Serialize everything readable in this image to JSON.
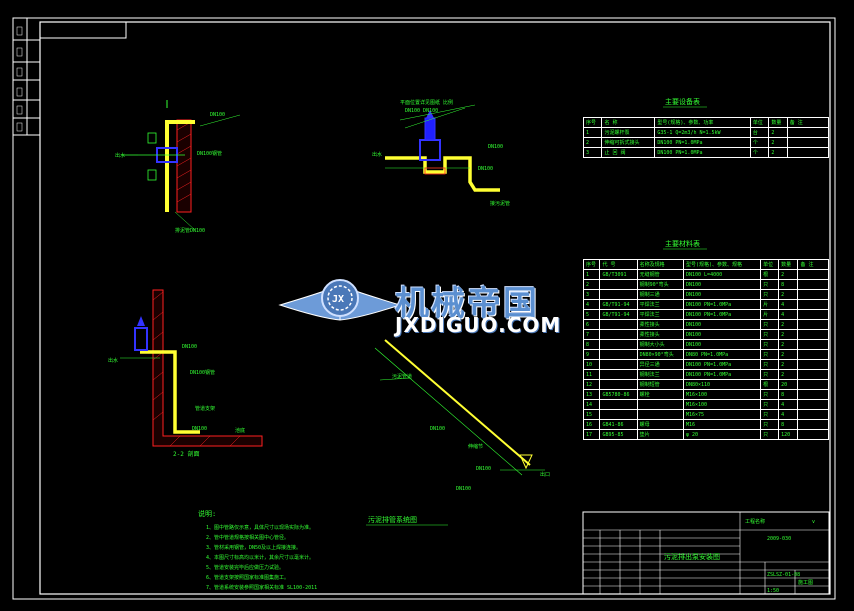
{
  "drawing": {
    "notes_title": "说明:",
    "notes": [
      "1、图中管路仅示意，具体尺寸以现场实际为准。",
      "2、管中管道规格按相关图中心管径。",
      "3、管材采用钢管，DN50及以上焊接连接。",
      "4、本图尺寸标高均以米计，其余尺寸以毫米计。",
      "5、管道安装完毕后应做压力试验。",
      "6、管道支架按照国家标准图集施工。",
      "7、管道系统安装参照国家相关标准 SL100-2011"
    ],
    "section_label": "污泥排管系统图",
    "section_2": "2-2 剖面",
    "title_block": {
      "drawing_title": "污泥排出泵安装图",
      "scale": "1:50",
      "sheet_code": "ZSLSZ-01-08",
      "stage": "施工图",
      "project_no": "2009-030",
      "company_label": "工程名称"
    }
  },
  "tables": {
    "equipment": {
      "title": "主要设备表",
      "headers": [
        "序号",
        "名 称",
        "型号(规格)、参数、功率",
        "单位",
        "数量",
        "备 注"
      ],
      "rows": [
        [
          "1",
          "污泥螺杆泵",
          "G35-1 Q=2m3/h N=1.5kW",
          "台",
          "2",
          ""
        ],
        [
          "2",
          "伸缩可拆式接头",
          "DN100 PN=1.0MPa",
          "个",
          "2",
          ""
        ],
        [
          "3",
          "止 回 阀",
          "DN100 PN=1.0MPa",
          "个",
          "2",
          ""
        ]
      ]
    },
    "materials": {
      "title": "主要材料表",
      "headers": [
        "序号",
        "代 号",
        "名称及规格",
        "型号(规格)、参数、规格",
        "单位",
        "数量",
        "备 注"
      ],
      "rows": [
        [
          "1",
          "GB/T3091",
          "无缝钢管",
          "DN100 L=4000",
          "根",
          "2",
          ""
        ],
        [
          "2",
          "",
          "钢制90°弯头",
          "DN100",
          "只",
          "8",
          ""
        ],
        [
          "3",
          "",
          "钢制三通",
          "DN100",
          "只",
          "2",
          ""
        ],
        [
          "4",
          "GB/T91-94",
          "平焊法兰",
          "DN100 PN=1.0MPa",
          "片",
          "4",
          ""
        ],
        [
          "5",
          "GB/T91-94",
          "平焊法兰",
          "DN100 PN=1.0MPa",
          "片",
          "4",
          ""
        ],
        [
          "6",
          "",
          "柔性接头",
          "DN100",
          "只",
          "2",
          ""
        ],
        [
          "7",
          "",
          "柔性接头",
          "DN100",
          "只",
          "2",
          ""
        ],
        [
          "8",
          "",
          "钢制大小头",
          "DN100",
          "只",
          "2",
          ""
        ],
        [
          "9",
          "",
          "DN80×90°弯头",
          "DN80 PN=1.0MPa",
          "只",
          "2",
          ""
        ],
        [
          "10",
          "",
          "异径三通",
          "DN100 PN=1.0MPa",
          "只",
          "2",
          ""
        ],
        [
          "11",
          "",
          "钢制法兰",
          "DN100 PN=1.0MPa",
          "只",
          "2",
          ""
        ],
        [
          "12",
          "",
          "钢制短管",
          "DN80×110",
          "根",
          "20",
          ""
        ],
        [
          "13",
          "GB5780-86",
          "螺栓",
          "M16×100",
          "只",
          "8",
          ""
        ],
        [
          "14",
          "",
          "",
          "M16×100",
          "只",
          "4",
          ""
        ],
        [
          "15",
          "",
          "",
          "M16×75",
          "只",
          "4",
          ""
        ],
        [
          "16",
          "GB41-86",
          "螺母",
          "M16",
          "只",
          "8",
          ""
        ],
        [
          "17",
          "GB95-85",
          "垫片",
          "φ 20",
          "只",
          "120",
          ""
        ]
      ]
    }
  },
  "logo": {
    "cn": "机械帝国",
    "en": "JXDIGUO.COM"
  },
  "colors": {
    "background": "#000000",
    "line_green": "#33ff33",
    "pipe_yellow": "#ffff33",
    "wall_red": "#ff2020",
    "valve_blue": "#3333ff",
    "frame_white": "#ffffff"
  }
}
